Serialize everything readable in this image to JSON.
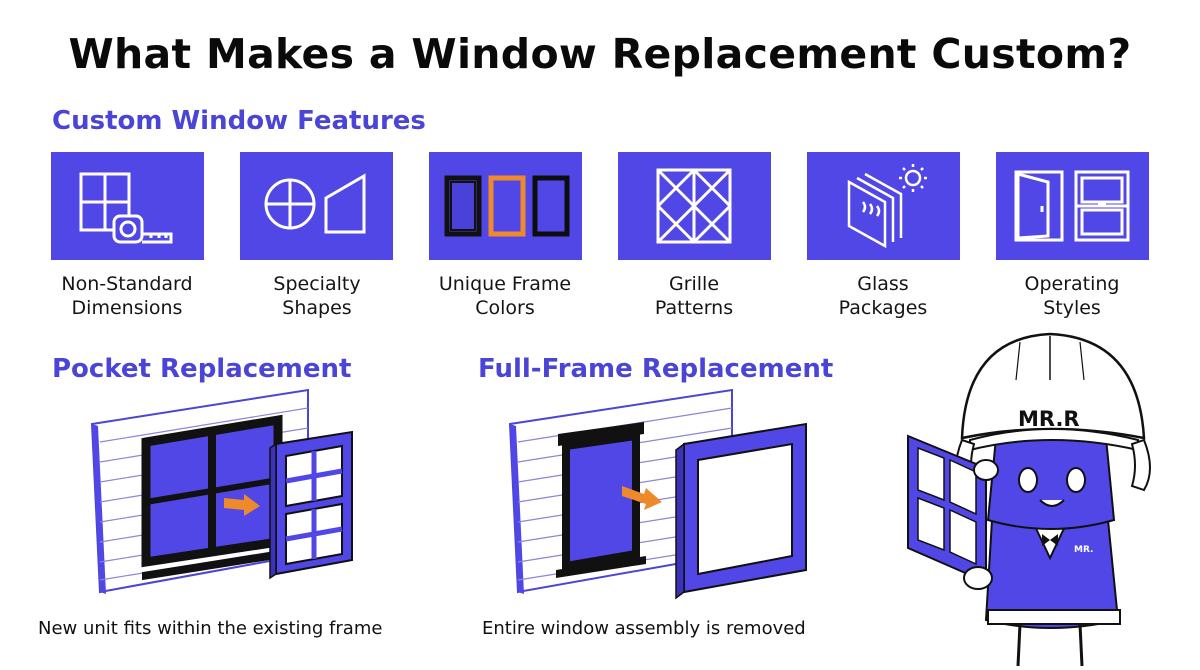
{
  "title": "What Makes a Window Replacement Custom?",
  "features": {
    "heading": "Custom Window Features",
    "items": [
      {
        "line1": "Non-Standard",
        "line2": "Dimensions",
        "icon": "window-tape-measure-icon"
      },
      {
        "line1": "Specialty",
        "line2": "Shapes",
        "icon": "circle-trapezoid-window-icon"
      },
      {
        "line1": "Unique Frame",
        "line2": "Colors",
        "icon": "colored-frames-icon"
      },
      {
        "line1": "Grille",
        "line2": "Patterns",
        "icon": "grille-window-icon"
      },
      {
        "line1": "Glass",
        "line2": "Packages",
        "icon": "glass-sun-icon"
      },
      {
        "line1": "Operating",
        "line2": "Styles",
        "icon": "operating-window-icon"
      }
    ]
  },
  "pocket": {
    "heading": "Pocket Replacement",
    "caption": "New unit fits within the existing frame"
  },
  "full_frame": {
    "heading": "Full-Frame Replacement",
    "caption": "Entire window assembly is removed"
  },
  "mascot": {
    "helmet_text": "MR.R",
    "vest_text": "MR."
  },
  "colors": {
    "accent": "#5147e6",
    "heading": "#4a45d6",
    "arrow": "#ee8a2c",
    "frame_dark": "#111111"
  }
}
